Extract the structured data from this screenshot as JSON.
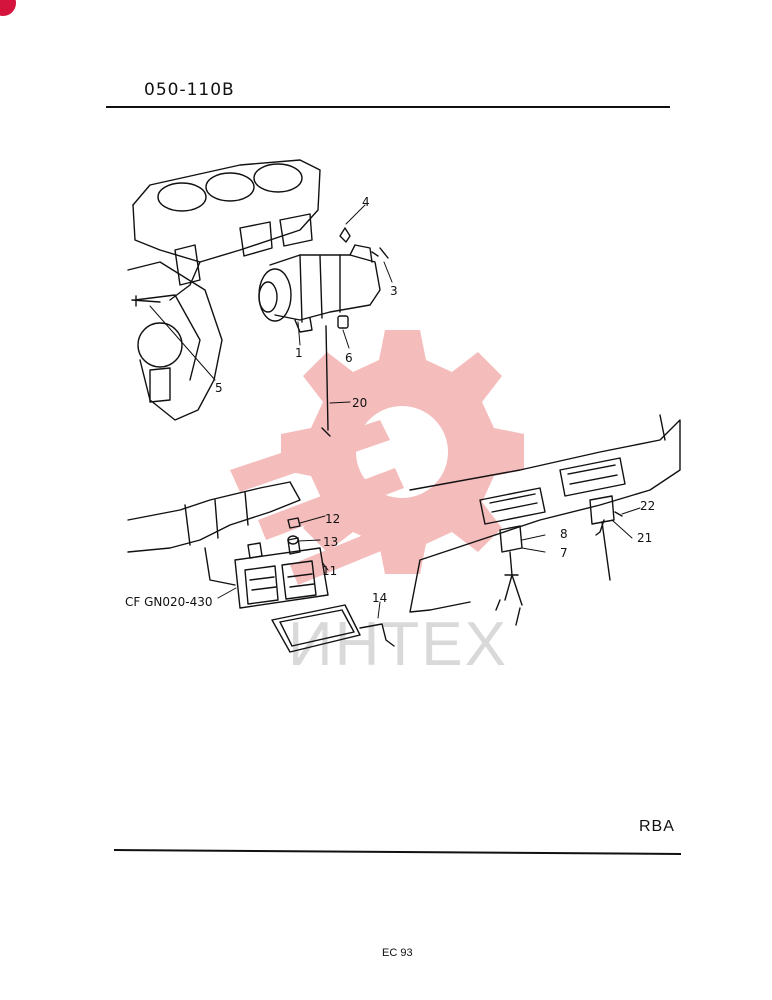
{
  "header": {
    "page_code": "050-110B"
  },
  "footer": {
    "model_code": "RBA",
    "page_number": "EC 93"
  },
  "diagram": {
    "callouts": [
      "1",
      "3",
      "4",
      "5",
      "6",
      "7",
      "8",
      "11",
      "12",
      "13",
      "14",
      "20",
      "21",
      "22"
    ],
    "reference_label": "CF GN020-430"
  },
  "watermark": {
    "text": "ИНТЕХ",
    "color": "#f2a6a6"
  },
  "colors": {
    "line": "#111111",
    "corner_mark": "#d4143c"
  }
}
